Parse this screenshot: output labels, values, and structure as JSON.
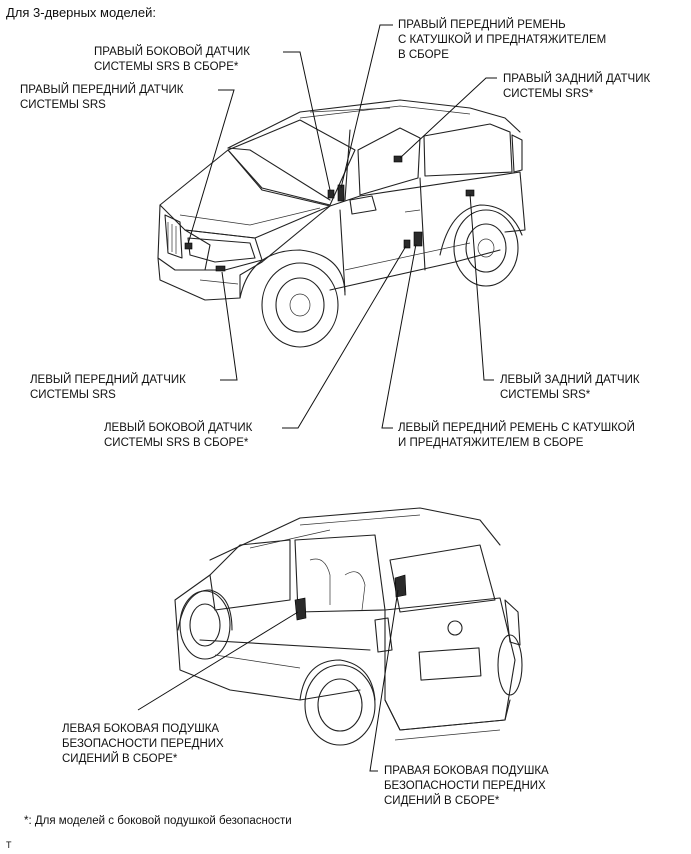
{
  "title": "Для 3-дверных моделей:",
  "labels": {
    "right_side_sensor": [
      "ПРАВЫЙ БОКОВОЙ ДАТЧИК",
      "СИСТЕМЫ SRS В СБОРЕ*"
    ],
    "right_front_sensor": [
      "ПРАВЫЙ ПЕРЕДНИЙ ДАТЧИК",
      "СИСТЕМЫ SRS"
    ],
    "right_front_belt": [
      "ПРАВЫЙ ПЕРЕДНИЙ РЕМЕНЬ",
      "С КАТУШКОЙ И ПРЕДНАТЯЖИТЕЛЕМ",
      "В СБОРЕ"
    ],
    "right_rear_sensor": [
      "ПРАВЫЙ ЗАДНИЙ ДАТЧИК",
      "СИСТЕМЫ SRS*"
    ],
    "left_front_sensor": [
      "ЛЕВЫЙ ПЕРЕДНИЙ ДАТЧИК",
      "СИСТЕМЫ SRS"
    ],
    "left_rear_sensor": [
      "ЛЕВЫЙ ЗАДНИЙ ДАТЧИК",
      "СИСТЕМЫ SRS*"
    ],
    "left_side_sensor": [
      "ЛЕВЫЙ БОКОВОЙ ДАТЧИК",
      "СИСТЕМЫ SRS В СБОРЕ*"
    ],
    "left_front_belt": [
      "ЛЕВЫЙ ПЕРЕДНИЙ РЕМЕНЬ С КАТУШКОЙ",
      "И ПРЕДНАТЯЖИТЕЛЕМ В СБОРЕ"
    ],
    "left_seat_airbag": [
      "ЛЕВАЯ БОКОВАЯ ПОДУШКА",
      "БЕЗОПАСНОСТИ ПЕРЕДНИХ",
      "СИДЕНИЙ В СБОРЕ*"
    ],
    "right_seat_airbag": [
      "ПРАВАЯ БОКОВАЯ ПОДУШКА",
      "БЕЗОПАСНОСТИ ПЕРЕДНИХ",
      "СИДЕНИЙ В СБОРЕ*"
    ]
  },
  "footnote": "*: Для моделей с боковой подушкой безопасности",
  "code": "T"
}
